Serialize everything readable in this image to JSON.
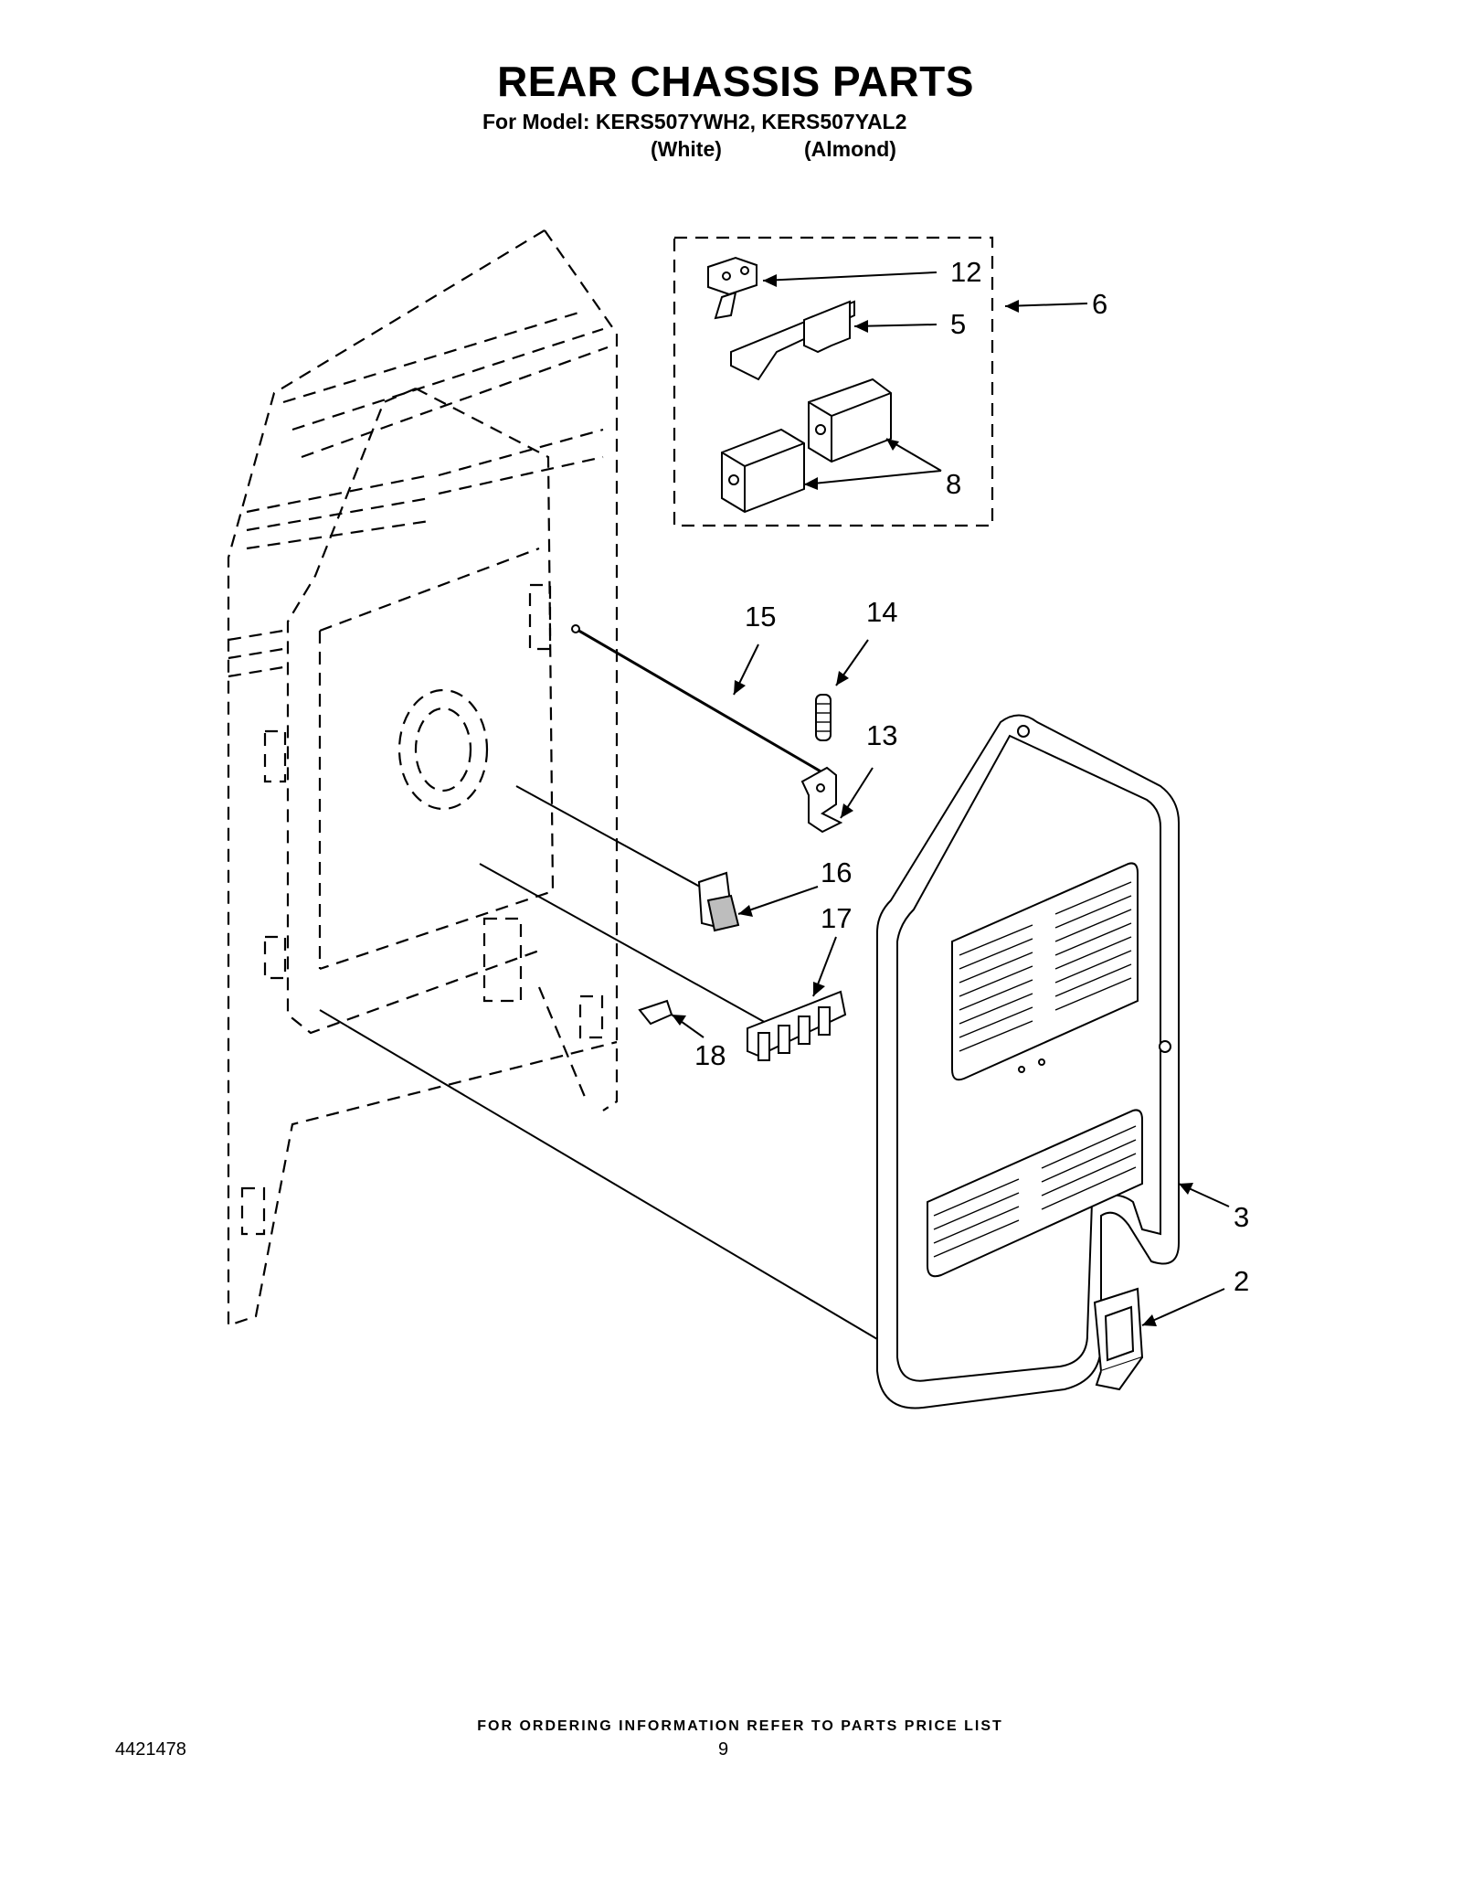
{
  "header": {
    "title": "REAR CHASSIS PARTS",
    "model_line": "For Model: KERS507YWH2, KERS507YAL2",
    "color_white": "(White)",
    "color_almond": "(Almond)"
  },
  "callouts": [
    "12",
    "5",
    "6",
    "8",
    "15",
    "14",
    "13",
    "16",
    "17",
    "18",
    "3",
    "2"
  ],
  "footer": {
    "note": "FOR ORDERING INFORMATION REFER TO PARTS PRICE LIST",
    "doc_number": "4421478",
    "page_number": "9"
  }
}
